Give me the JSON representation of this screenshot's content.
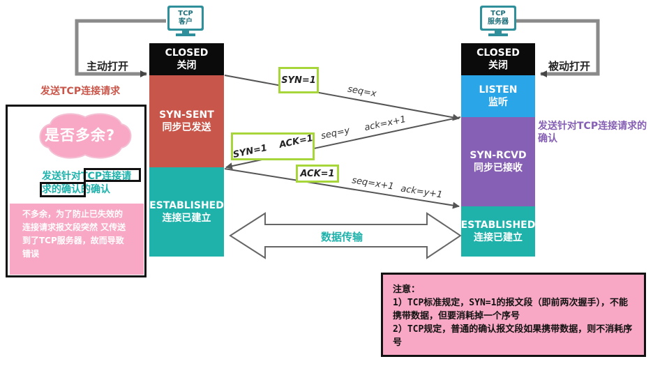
{
  "client": {
    "icon_line1": "TCP",
    "icon_line2": "客户",
    "action": "主动打开",
    "send_label": "发送TCP连接请求"
  },
  "server": {
    "icon_line1": "TCP",
    "icon_line2": "服务器",
    "action": "被动打开",
    "send_label": "发送针对TCP连接请求的确认"
  },
  "client_states": [
    {
      "line1": "CLOSED",
      "line2": "关闭"
    },
    {
      "line1": "SYN-SENT",
      "line2": "同步已发送"
    },
    {
      "line1": "ESTABLISHED",
      "line2": "连接已建立"
    }
  ],
  "server_states": [
    {
      "line1": "CLOSED",
      "line2": "关闭"
    },
    {
      "line1": "LISTEN",
      "line2": "监听"
    },
    {
      "line1": "SYN-RCVD",
      "line2": "同步已接收"
    },
    {
      "line1": "ESTABLISHED",
      "line2": "连接已建立"
    }
  ],
  "messages": {
    "syn": "SYN=1",
    "seq_x": "seq=x",
    "syn_ack_flags": "SYN=1    ACK=1",
    "seq_y": "seq=y",
    "ack_x1": "ack=x+1",
    "ack_flag": "ACK=1",
    "seq_x1": "seq=x+1",
    "ack_y1": "ack=y+1",
    "data_transfer": "数据传输"
  },
  "side_panel": {
    "bubble": "是否多余?",
    "line1": "发送针对TCP连接请",
    "line2": "求的确认的确认",
    "explain": "不多余，为了防止已失效的连接请求报文段突然 又传送到了TCP服务器，故而导致错误"
  },
  "note": {
    "title": "注意：",
    "line1": "1）TCP标准规定，SYN=1的报文段（即前两次握手），不能携带数据，但要消耗掉一个序号",
    "line2": "2）TCP规定，普通的确认报文段如果携带数据，则不消耗序号"
  },
  "colors": {
    "closed": "#0b0b0b",
    "syn_sent": "#c9564a",
    "established": "#1eb2ab",
    "listen": "#2aa6e8",
    "syn_rcvd": "#8660b4",
    "highlight": "#a7d63a",
    "note_bg": "#f8a8c4"
  }
}
